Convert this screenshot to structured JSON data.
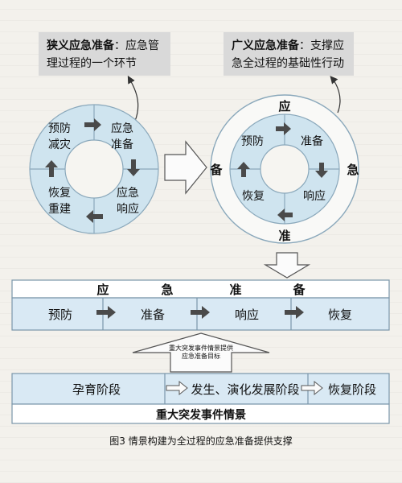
{
  "left_label": {
    "bold": "狭义应急准备",
    "rest": "：应急管理过程的一个环节"
  },
  "right_label": {
    "bold": "广义应急准备",
    "rest": "：支撑应急全过程的基础性行动"
  },
  "left_wheel": {
    "prevent": "预防减灾",
    "prepare": "应急准备",
    "respond": "应急响应",
    "recover": "恢复重建"
  },
  "right_wheel": {
    "top": "应",
    "right": "急",
    "bottom": "准",
    "left": "备",
    "prevent": "预防",
    "prepare": "准备",
    "respond": "响应",
    "recover": "恢复"
  },
  "stage_bar": {
    "header": [
      "应",
      "急",
      "准",
      "备"
    ],
    "stages": [
      "预防",
      "准备",
      "响应",
      "恢复"
    ]
  },
  "up_arrow_note": "重大突发事件情景提供应急准备目标",
  "scenario_bar": {
    "phases": [
      "孕育阶段",
      "发生、演化发展阶段",
      "恢复阶段"
    ],
    "title": "重大突发事件情景"
  },
  "caption": "图3  情景构建为全过程的应急准备提供支撑",
  "colors": {
    "ring": "#cfe4ef",
    "bar": "#d9e9f4",
    "arrow": "#4a4a4a"
  }
}
